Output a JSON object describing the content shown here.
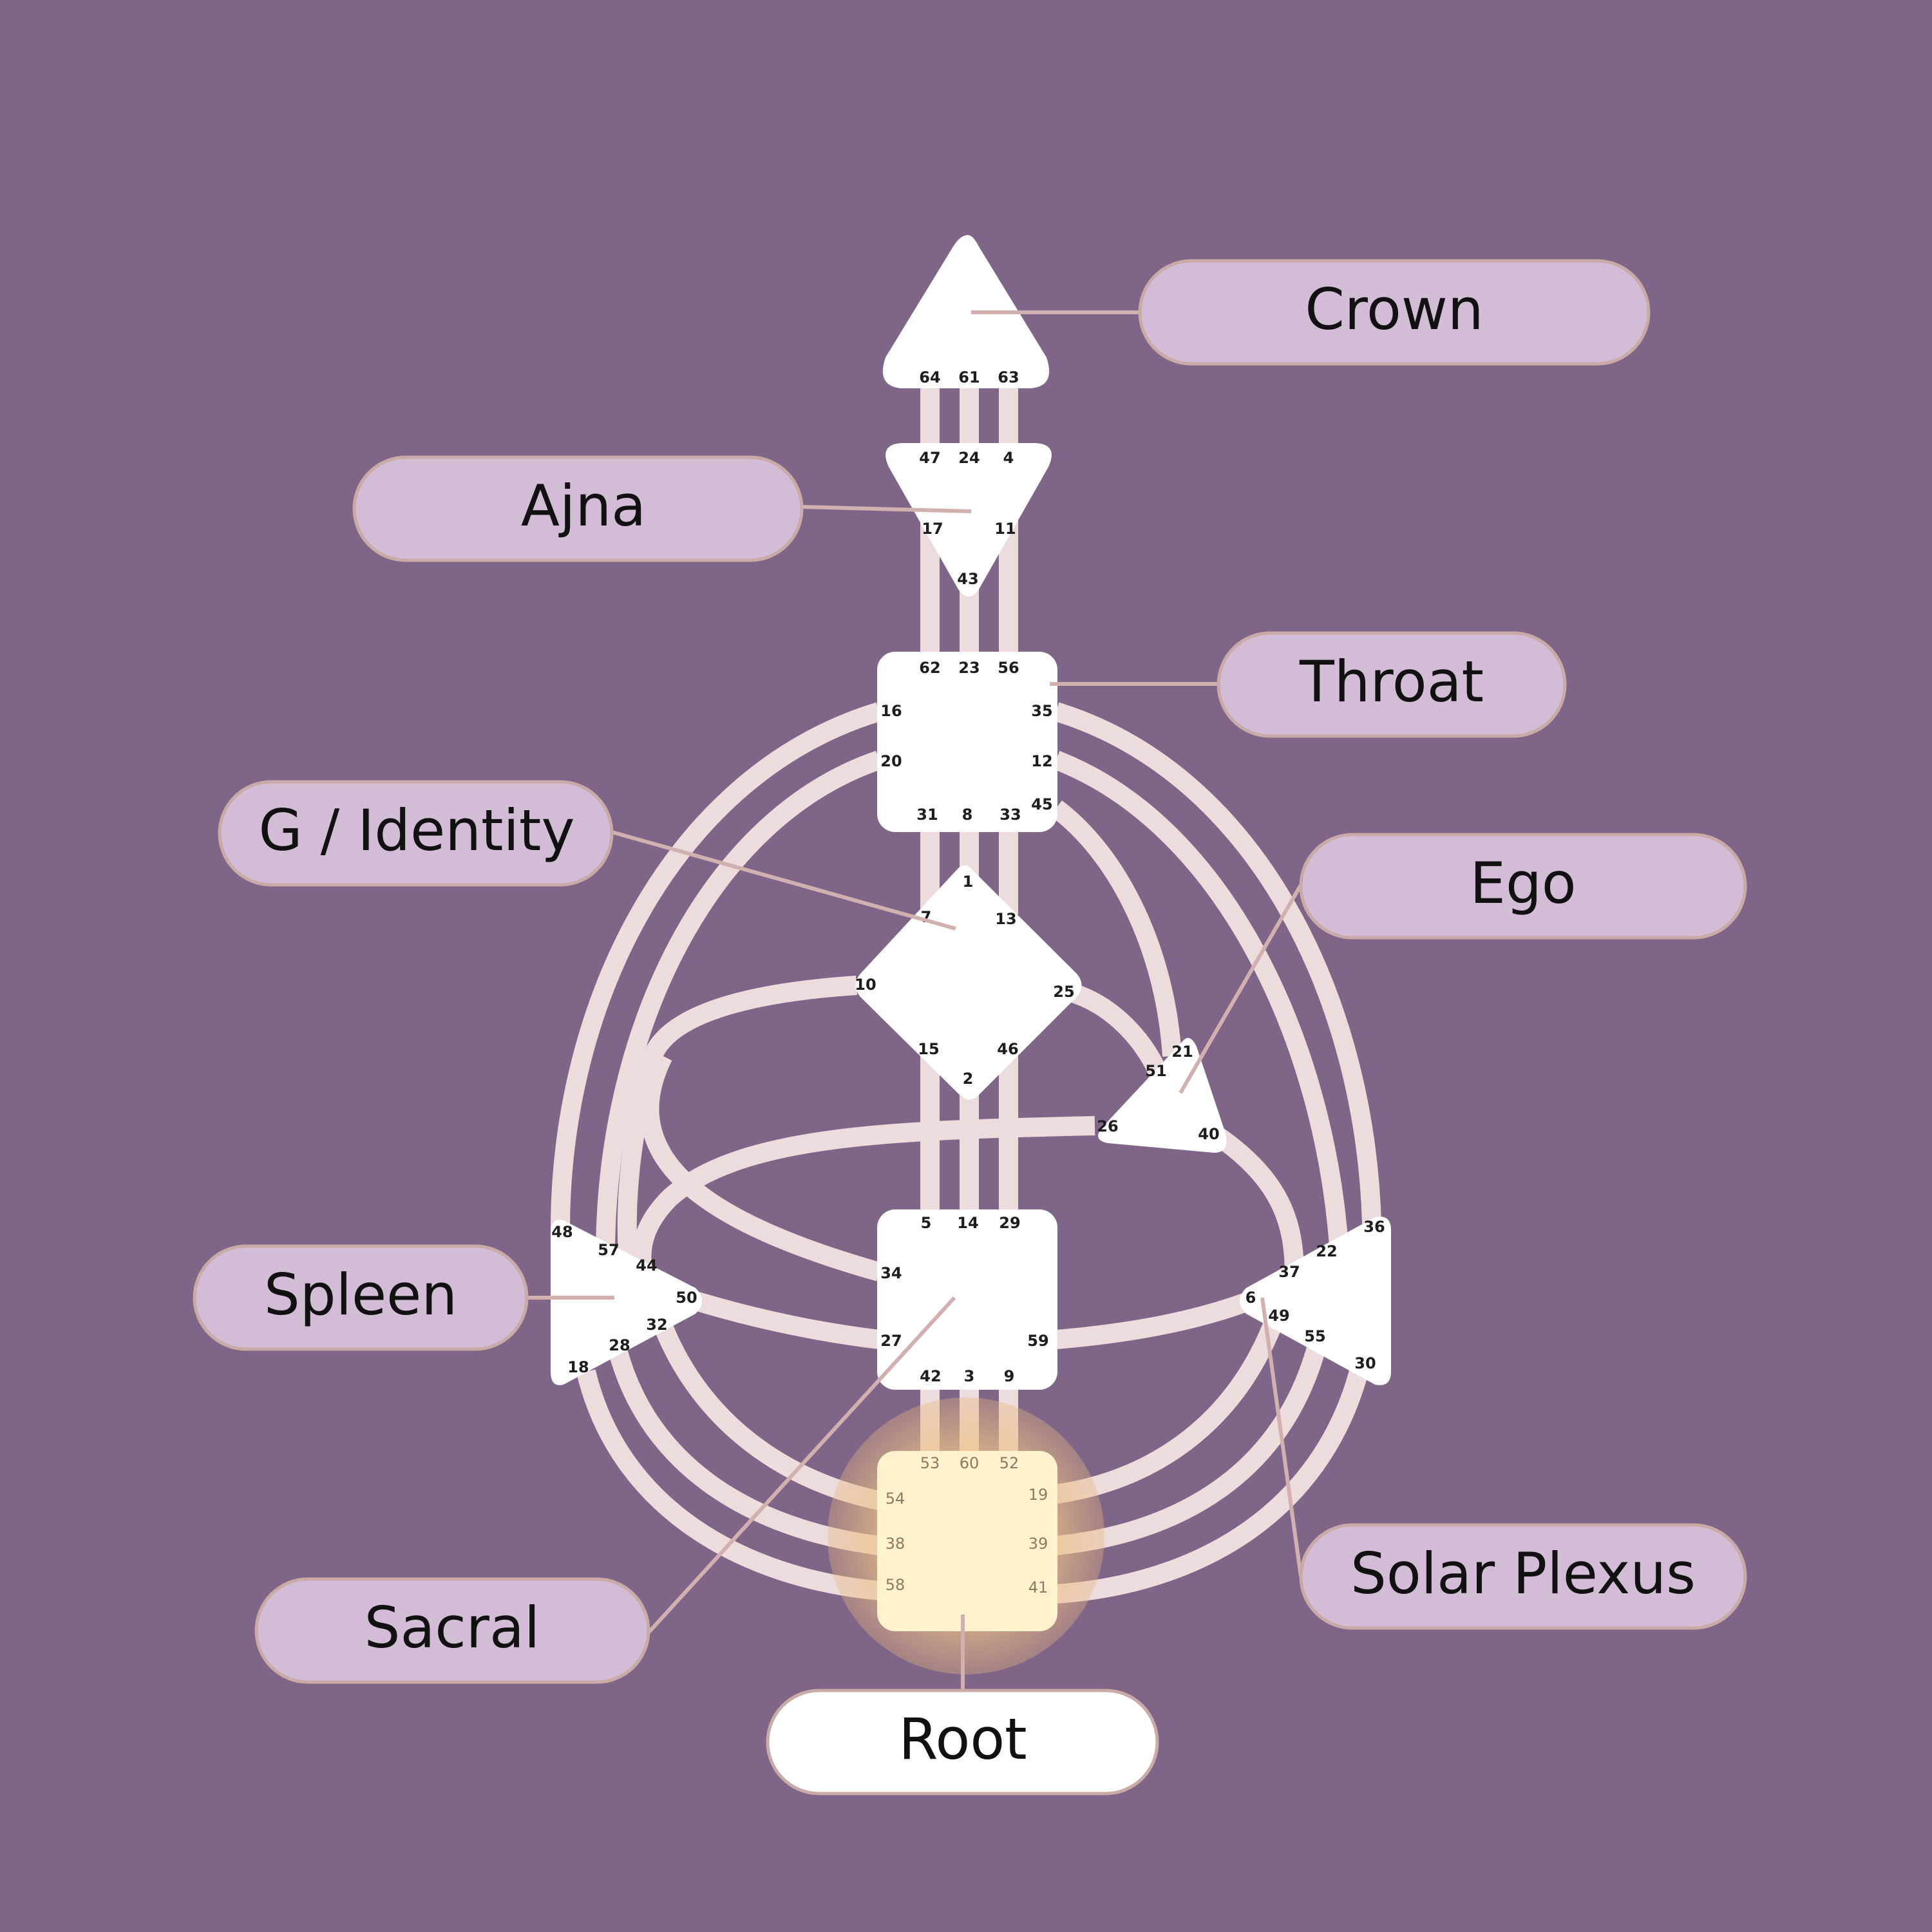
{
  "colors": {
    "background": "#7f6689",
    "channel": "#ecdcdc",
    "center": "#ffffff",
    "pill": "#d2bcd6",
    "pill_border": "#c9aaa6",
    "root_highlight": "#fff2cc",
    "root_glow": "#f2c98a"
  },
  "labels": {
    "crown": "Crown",
    "ajna": "Ajna",
    "throat": "Throat",
    "g_identity": "G / Identity",
    "ego": "Ego",
    "spleen": "Spleen",
    "solar_plexus": "Solar Plexus",
    "sacral": "Sacral",
    "root": "Root"
  },
  "gates": {
    "crown": [
      "64",
      "61",
      "63"
    ],
    "ajna": [
      "47",
      "24",
      "4",
      "17",
      "11",
      "43"
    ],
    "throat": [
      "62",
      "23",
      "56",
      "16",
      "35",
      "20",
      "12",
      "31",
      "8",
      "33",
      "45"
    ],
    "g": [
      "1",
      "7",
      "13",
      "10",
      "25",
      "15",
      "46",
      "2"
    ],
    "ego": [
      "21",
      "51",
      "26",
      "40"
    ],
    "sacral": [
      "5",
      "14",
      "29",
      "34",
      "27",
      "59",
      "42",
      "3",
      "9"
    ],
    "spleen": [
      "48",
      "57",
      "44",
      "50",
      "32",
      "28",
      "18"
    ],
    "solar_plexus": [
      "36",
      "22",
      "37",
      "6",
      "49",
      "55",
      "30"
    ],
    "root": [
      "53",
      "60",
      "52",
      "54",
      "19",
      "38",
      "39",
      "58",
      "41"
    ]
  }
}
